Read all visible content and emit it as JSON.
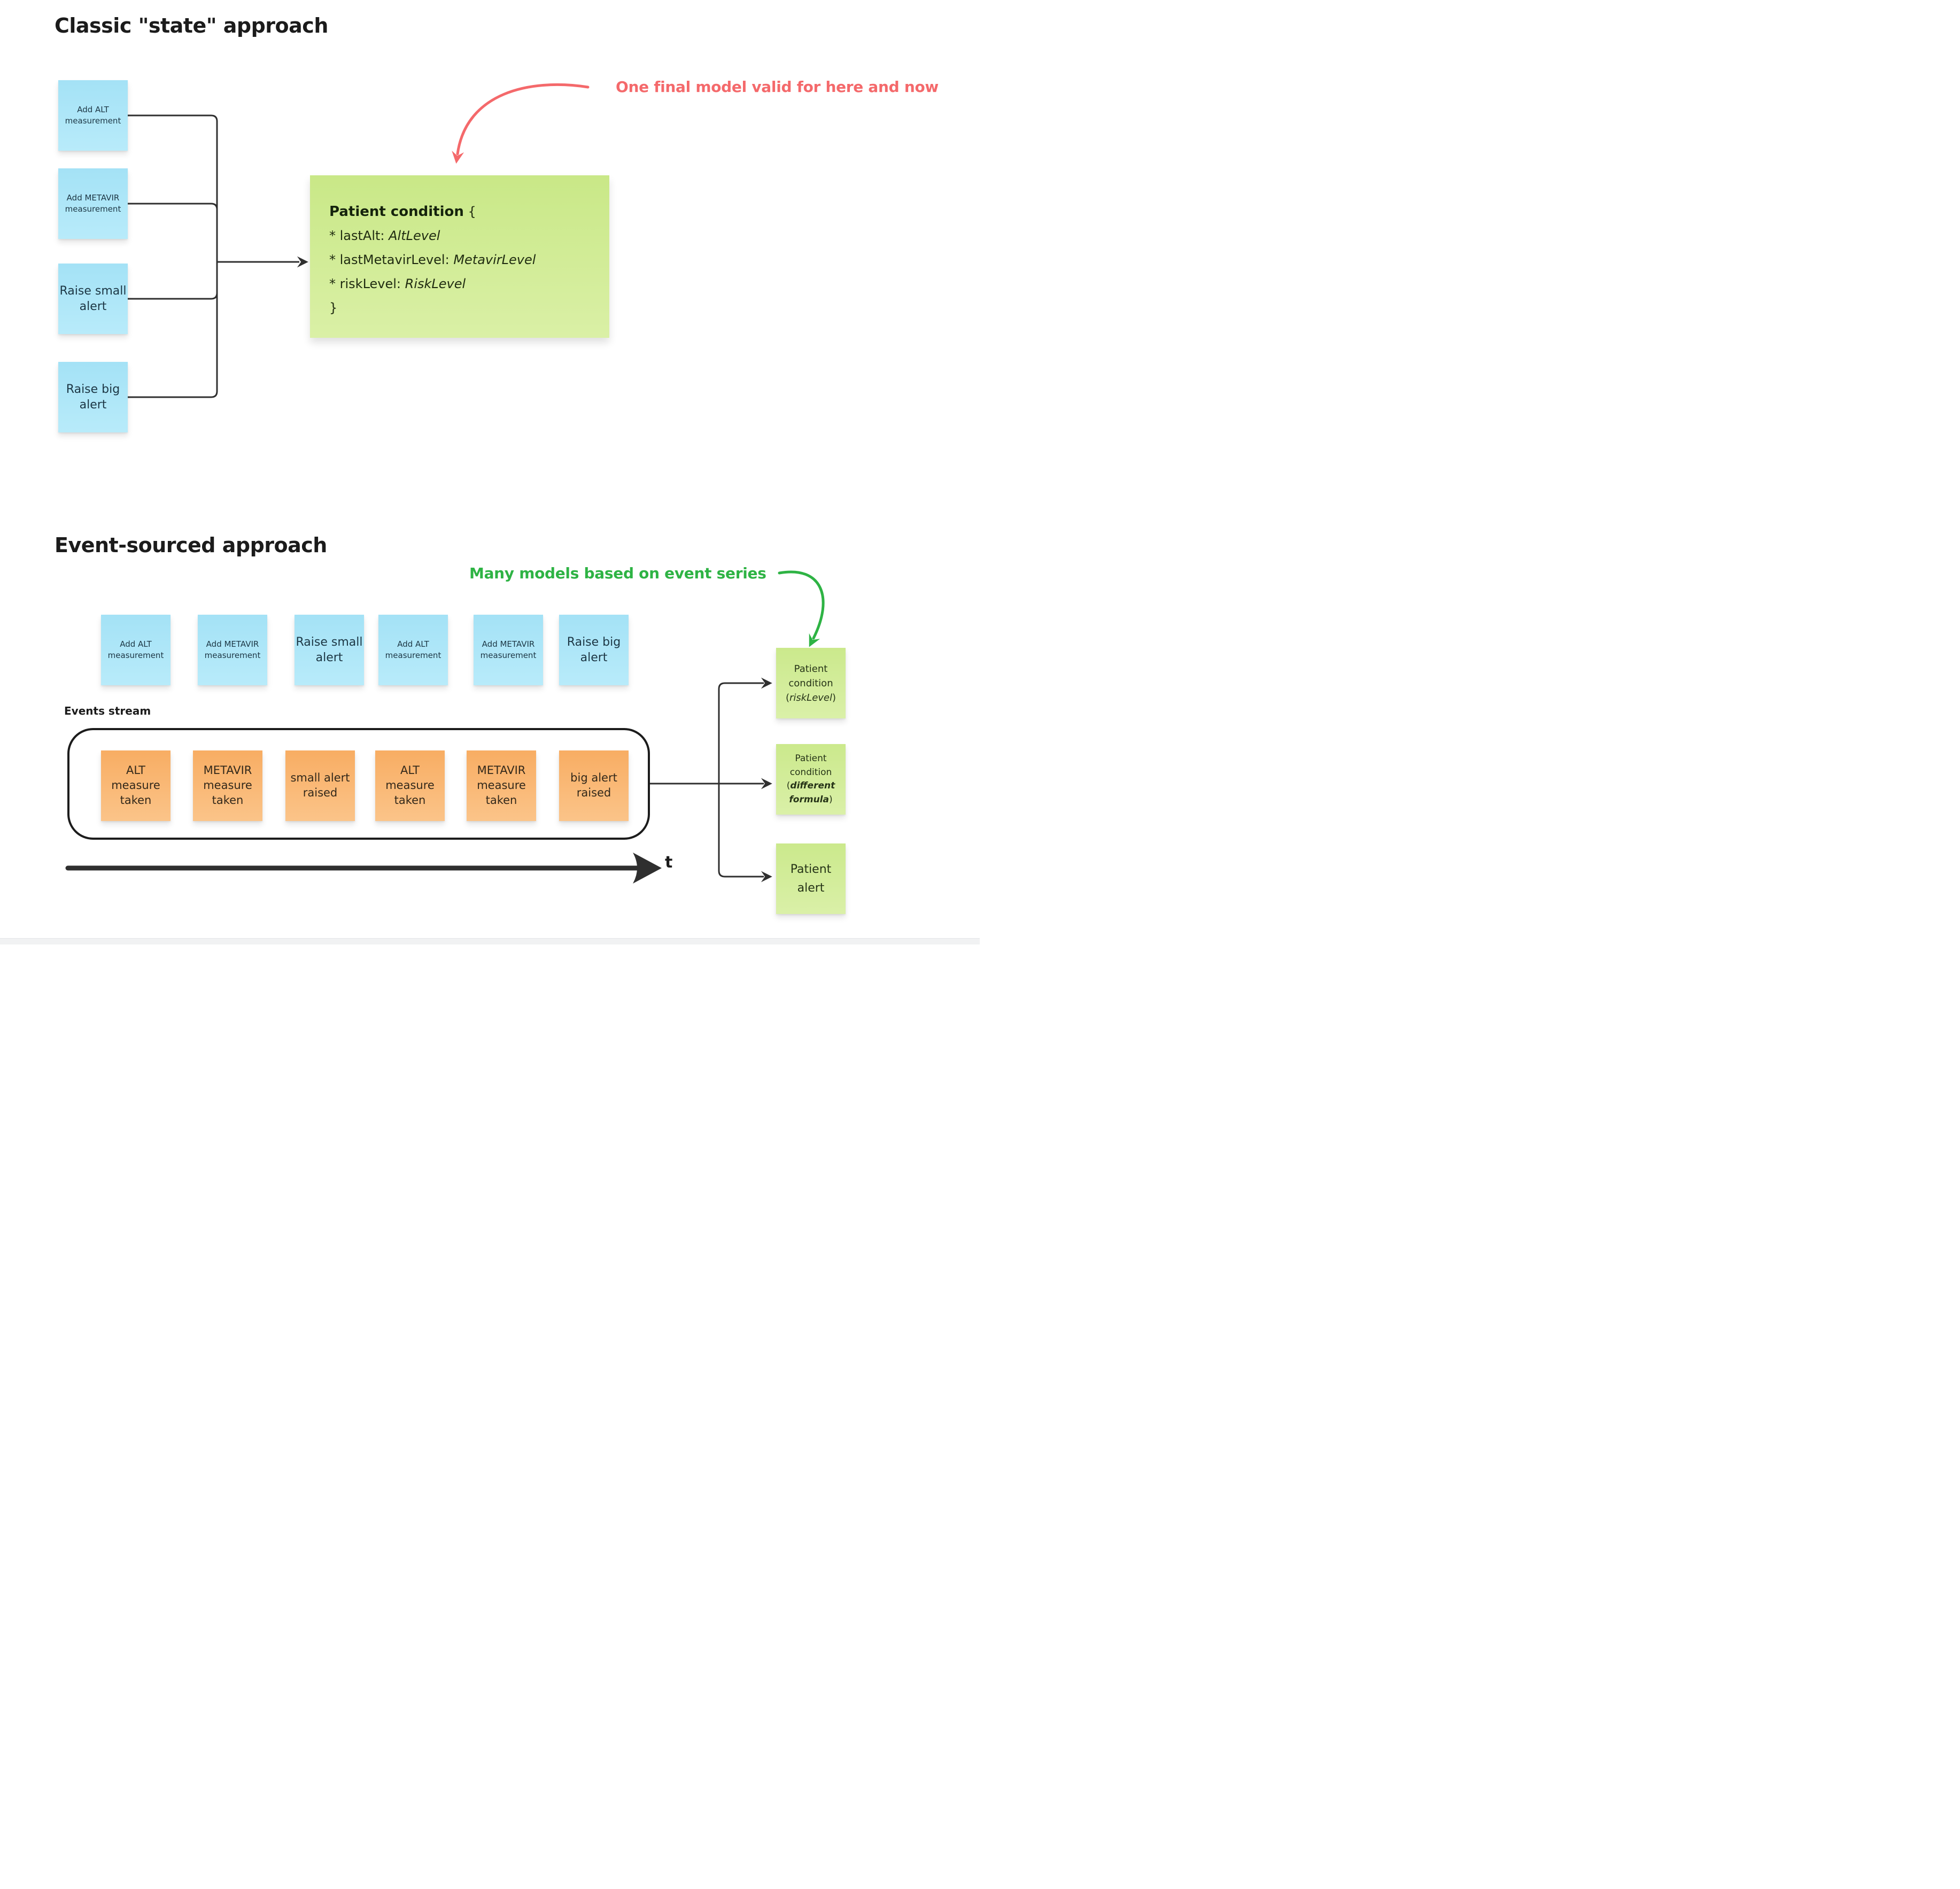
{
  "classic_section": {
    "title": "Classic \"state\" approach",
    "annotation": "One final model valid for here and now",
    "commands": [
      {
        "label": "Add ALT measurement"
      },
      {
        "label": "Add METAVIR measurement"
      },
      {
        "label": "Raise small alert"
      },
      {
        "label": "Raise big alert"
      }
    ],
    "model_note": {
      "heading": "Patient condition",
      "open_brace": "{",
      "fields": [
        {
          "name": "* lastAlt: ",
          "type": "AltLevel"
        },
        {
          "name": "* lastMetavirLevel: ",
          "type": "MetavirLevel"
        },
        {
          "name": "* riskLevel: ",
          "type": "RiskLevel"
        }
      ],
      "close_brace": "}"
    }
  },
  "event_section": {
    "title": "Event-sourced approach",
    "annotation": "Many models based on event series",
    "commands": [
      {
        "label": "Add ALT measurement"
      },
      {
        "label": "Add METAVIR measurement"
      },
      {
        "label": "Raise small alert"
      },
      {
        "label": "Add ALT measurement"
      },
      {
        "label": "Add METAVIR measurement"
      },
      {
        "label": "Raise big alert"
      }
    ],
    "events_stream_label": "Events stream",
    "events": [
      {
        "label": "ALT measure taken"
      },
      {
        "label": "METAVIR measure taken"
      },
      {
        "label": "small alert raised"
      },
      {
        "label": "ALT measure taken"
      },
      {
        "label": "METAVIR measure taken"
      },
      {
        "label": "big alert raised"
      }
    ],
    "models": [
      {
        "prefix": "Patient condition (",
        "emphasis": "riskLevel",
        "suffix": ")"
      },
      {
        "prefix": "Patient condition (",
        "emphasis": "different formula",
        "suffix": ")"
      },
      {
        "prefix": "Patient alert",
        "emphasis": "",
        "suffix": ""
      }
    ],
    "time_label": "t"
  },
  "colors": {
    "annotation_red": "#f4696b",
    "annotation_green": "#2eb344",
    "sticky_blue": "#aae4f7",
    "sticky_orange": "#f9b573",
    "sticky_green": "#d0ec97",
    "connector": "#2f2f2f"
  }
}
